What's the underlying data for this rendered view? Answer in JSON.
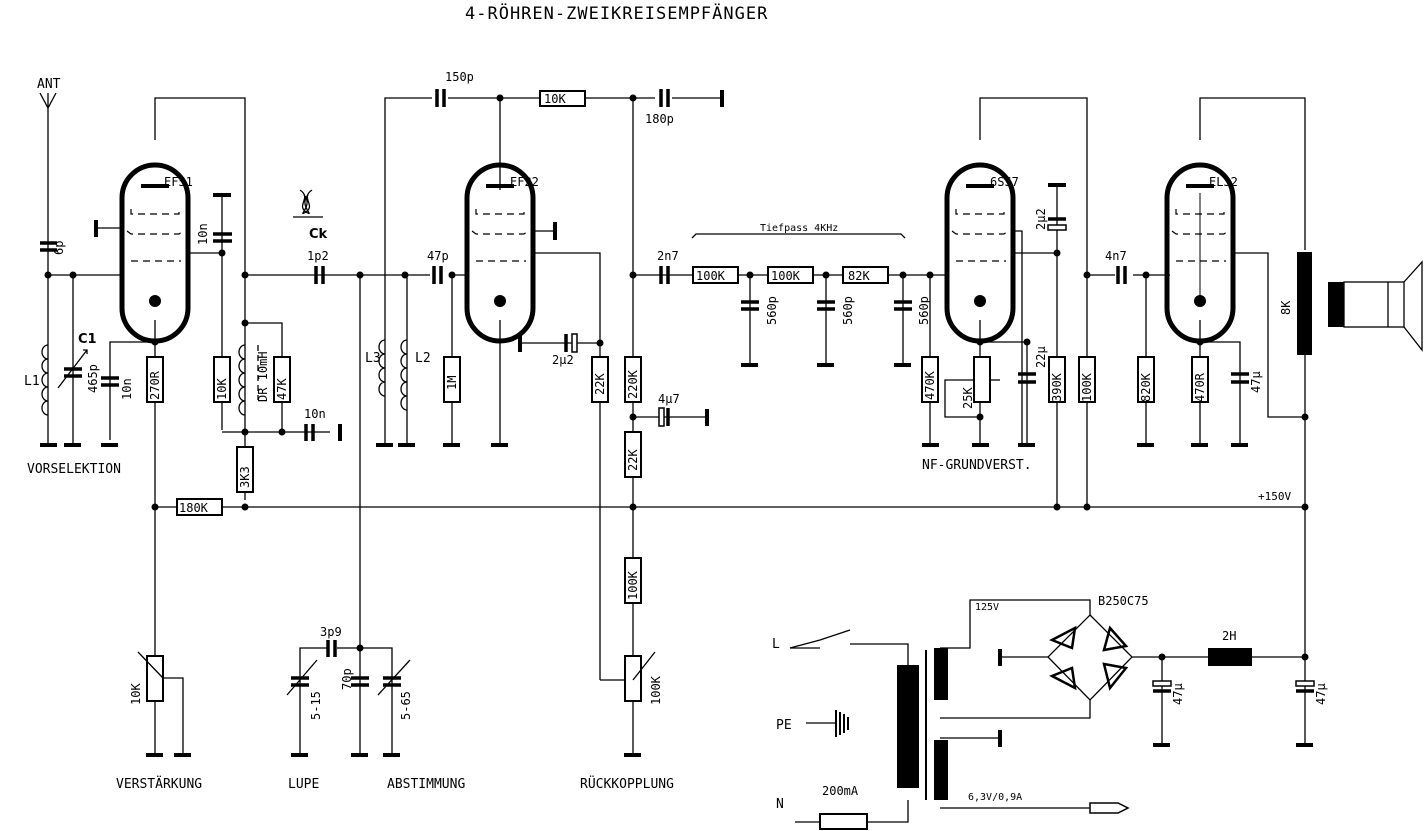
{
  "title": "4-RÖHREN-ZWEIKREISEMPFÄNGER",
  "tubes": [
    {
      "id": "V1",
      "type": "EF51"
    },
    {
      "id": "V2",
      "type": "EF22"
    },
    {
      "id": "V3",
      "type": "6SS7"
    },
    {
      "id": "V4",
      "type": "EL32"
    }
  ],
  "antenna": {
    "label": "ANT"
  },
  "coupling": {
    "label": "Ck"
  },
  "section_labels": {
    "preselection": "VORSELEKTION",
    "audio_preamp": "NF-GRUNDVERST.",
    "lowpass": "Tiefpass 4KHz",
    "supply_voltage": "+150V"
  },
  "controls": {
    "gain": "VERSTÄRKUNG",
    "bandspread": "LUPE",
    "tuning": "ABSTIMMUNG",
    "regeneration": "RÜCKKOPPLUNG"
  },
  "inductors": {
    "L1": "L1",
    "L2": "L2",
    "L3": "L3",
    "choke": "DR 10mH",
    "filter_choke": "2H",
    "output_transformer": "8K"
  },
  "capacitors": {
    "c_ant": "6p",
    "c1_name": "C1",
    "c1_value": "465p",
    "c_v1_cath": "10n",
    "c_v1_g2": "10n",
    "c_dec": "10n",
    "c_couple1": "1p2",
    "c_couple2": "47p",
    "c_react": "150p",
    "c_180": "180p",
    "c_v2_cath": "2µ2",
    "c_v2_g2": "4µ7",
    "c_2n7": "2n7",
    "c_lp1": "560p",
    "c_lp2": "560p",
    "c_lp3": "560p",
    "c_v3_g2": "2µ2",
    "c_v3_cath": "22µ",
    "c_4n7": "4n7",
    "c_v4_cath": "47µ",
    "c_3p9": "3p9",
    "c_70p": "70p",
    "c_lupe": "5-15",
    "c_tune": "5-65",
    "c_ps1": "47µ",
    "c_ps2": "47µ"
  },
  "resistors": {
    "r_270R": "270R",
    "r_10K_a": "10K",
    "r_47K": "47K",
    "r_3K3": "3K3",
    "r_180K": "180K",
    "r_1M": "1M",
    "r_10K_top": "10K",
    "r_22K_a": "22K",
    "r_220K": "220K",
    "r_22K_b": "22K",
    "r_100K_v": "100K",
    "r_lp1": "100K",
    "r_lp2": "100K",
    "r_lp3": "82K",
    "r_470K": "470K",
    "r_25K": "25K",
    "r_390K": "390K",
    "r_100K_b": "100K",
    "r_820K": "820K",
    "r_470R": "470R",
    "pot_gain": "10K",
    "pot_regen": "100K"
  },
  "power_supply": {
    "line": "L",
    "earth": "PE",
    "neutral": "N",
    "fuse": "200mA",
    "secondary_hv": "125V",
    "secondary_heater": "6,3V/0,9A",
    "rectifier": "B250C75"
  }
}
